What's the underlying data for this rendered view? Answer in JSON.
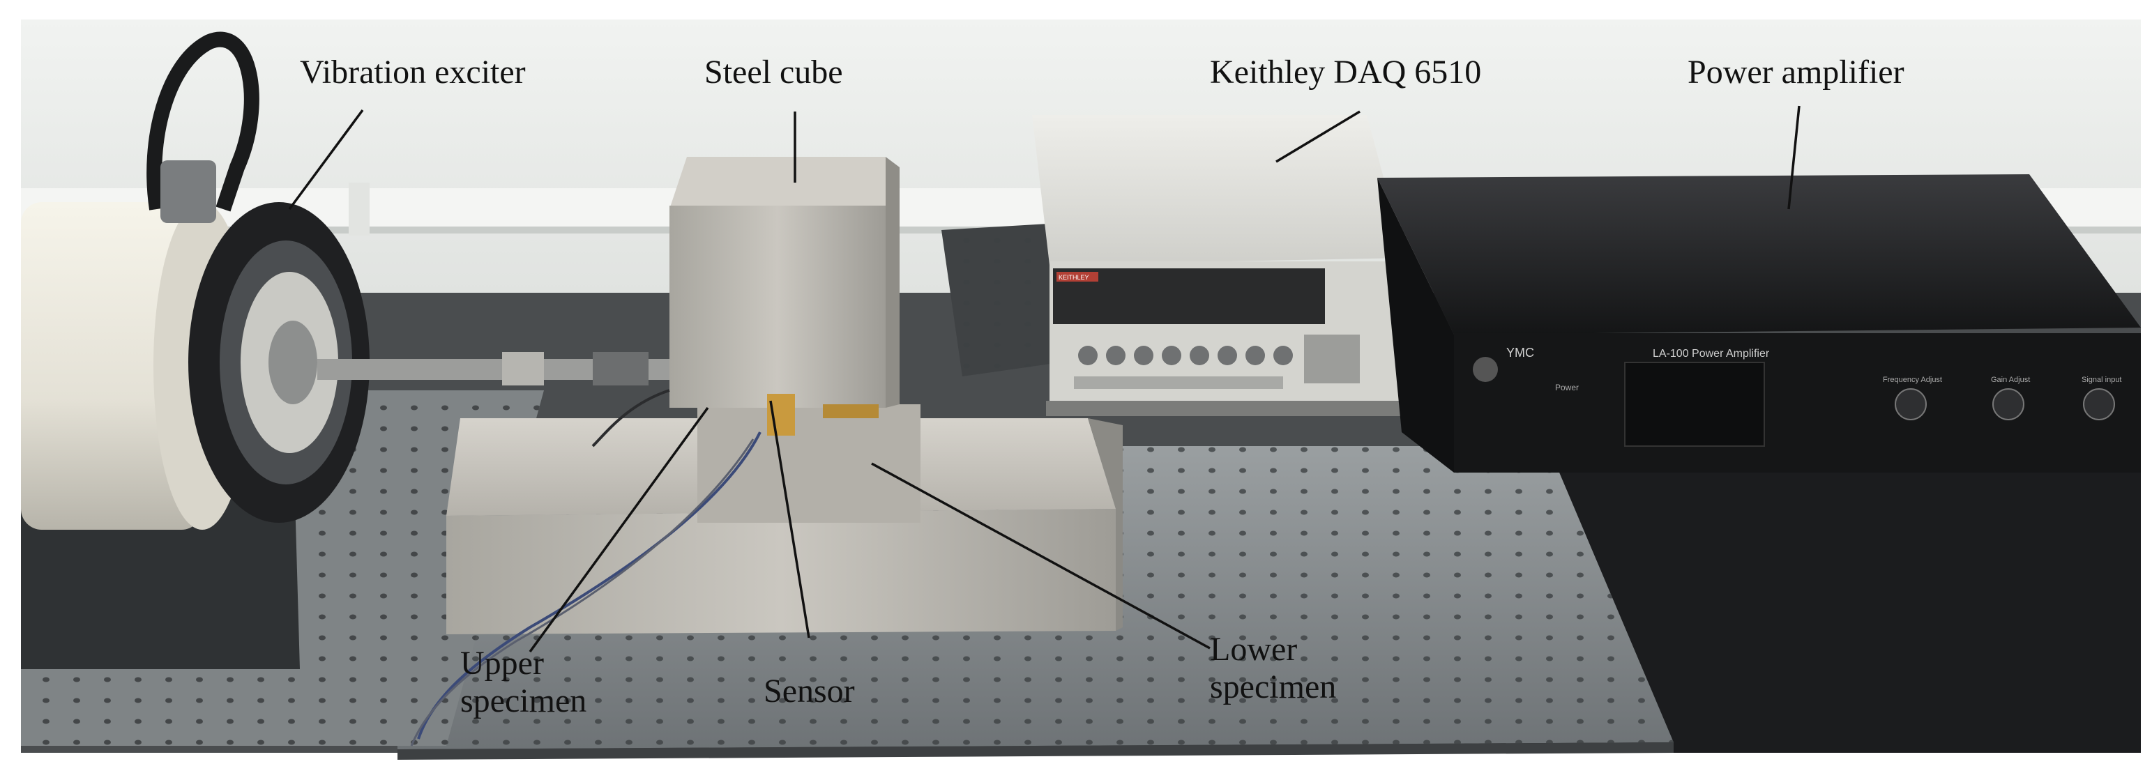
{
  "figure": {
    "labels": {
      "vibration_exciter": "Vibration exciter",
      "steel_cube": "Steel cube",
      "daq": "Keithley DAQ 6510",
      "power_amplifier": "Power amplifier",
      "upper_specimen_line1": "Upper",
      "upper_specimen_line2": "specimen",
      "sensor": "Sensor",
      "lower_specimen_line1": "Lower",
      "lower_specimen_line2": "specimen"
    },
    "device_text": {
      "amplifier_brand": "YMC",
      "amplifier_model": "LA-100 Power Amplifier",
      "amplifier_knob_1": "Frequency Adjust",
      "amplifier_knob_2": "Gain Adjust",
      "amplifier_knob_3": "Signal input",
      "amplifier_power": "Power",
      "daq_brand": "KEITHLEY"
    },
    "colors": {
      "wall": "#e9ecea",
      "table_top": "#8f9496",
      "steel": "#b9b7b1",
      "amplifier_body": "#1c1d1f",
      "daq_body": "#dcdcd8",
      "exciter_body": "#ece9de"
    }
  }
}
